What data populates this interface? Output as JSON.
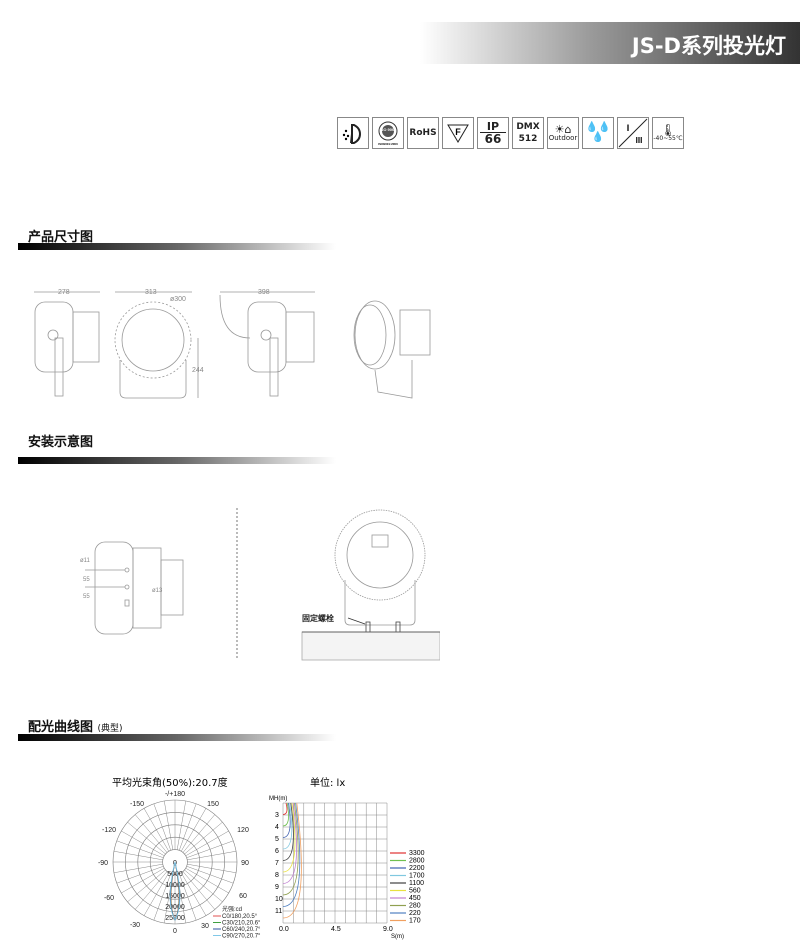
{
  "header": {
    "title": "JS-D系列投光灯"
  },
  "cert_icons": [
    {
      "name": "spray-protection-icon"
    },
    {
      "name": "iso9001-icon",
      "text": "ISO 9001",
      "sub": "ISO9001:2000"
    },
    {
      "name": "rohs-icon",
      "text": "RoHS"
    },
    {
      "name": "f-mark-icon",
      "text": "F"
    },
    {
      "name": "ip-rating-icon",
      "top": "IP",
      "bottom": "66"
    },
    {
      "name": "dmx-icon",
      "top": "DMX",
      "bottom": "512"
    },
    {
      "name": "outdoor-icon",
      "text": "Outdoor"
    },
    {
      "name": "waterproof-drops-icon"
    },
    {
      "name": "class-icon",
      "top": "I",
      "bottom": "III"
    },
    {
      "name": "temperature-icon",
      "text": "-40~55℃"
    }
  ],
  "sections": {
    "dimensions": "产品尺寸图",
    "installation": "安装示意图",
    "photometric": "配光曲线图",
    "photometric_note": "(典型)"
  },
  "dimensions": {
    "side_width": "278",
    "front_width": "313",
    "diameter": "ø300",
    "height": "244",
    "side_width_2": "398"
  },
  "installation": {
    "hole1": "ø11",
    "gap1": "55",
    "gap2": "55",
    "hole2": "ø13",
    "bolt_label": "固定螺栓"
  },
  "chart_data": [
    {
      "type": "polar",
      "title": "平均光束角(50%):20.7度",
      "angle_labels": [
        "-/+180",
        "-150",
        "150",
        "-120",
        "120",
        "-90",
        "90",
        "-60",
        "60",
        "-30",
        "30",
        "0"
      ],
      "radial_ticks": [
        "0",
        "5000",
        "10000",
        "15000",
        "20000",
        "25000"
      ],
      "radial_unit": "光强:cd",
      "series": [
        {
          "name": "C0/180,20.5°",
          "color": "#e05050",
          "beam_angle": 20.5
        },
        {
          "name": "C30/210,20.6°",
          "color": "#40a040",
          "beam_angle": 20.6
        },
        {
          "name": "C60/240,20.7°",
          "color": "#3050a0",
          "beam_angle": 20.7
        },
        {
          "name": "C90/270,20.7°",
          "color": "#80c8e8",
          "beam_angle": 20.7
        }
      ],
      "peak_cd": 24000
    },
    {
      "type": "isolux",
      "title": "单位: lx",
      "ylabel": "MH(m)",
      "xlabel": "S(m)",
      "y_ticks": [
        "3",
        "4",
        "5",
        "6",
        "7",
        "8",
        "9",
        "10",
        "11"
      ],
      "x_ticks": [
        "0.0",
        "4.5",
        "9.0"
      ],
      "legend": [
        {
          "value": "3300",
          "color": "#e03030"
        },
        {
          "value": "2800",
          "color": "#70c050"
        },
        {
          "value": "2200",
          "color": "#4060b0"
        },
        {
          "value": "1700",
          "color": "#80c8e0"
        },
        {
          "value": "1100",
          "color": "#404040"
        },
        {
          "value": "560",
          "color": "#e8e040"
        },
        {
          "value": "450",
          "color": "#c080d0"
        },
        {
          "value": "280",
          "color": "#90a050"
        },
        {
          "value": "220",
          "color": "#5080c0"
        },
        {
          "value": "170",
          "color": "#f0a060"
        }
      ]
    }
  ]
}
